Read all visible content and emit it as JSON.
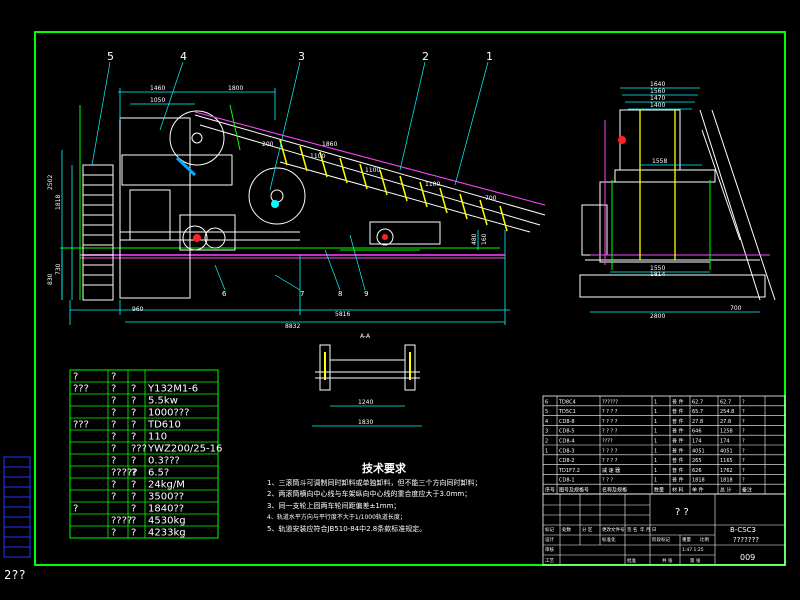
{
  "drawing": {
    "part_numbers": [
      "5",
      "4",
      "3",
      "2",
      "1"
    ],
    "main_dims": {
      "d1460": "1460",
      "d1800": "1800",
      "d1050": "1050",
      "d1860": "1860",
      "d1100a": "1100",
      "d1100b": "1100",
      "d1100c": "1100",
      "d700": "700",
      "d200": "200",
      "d2502": "2502",
      "d1818": "1818",
      "d830": "830",
      "d730": "730",
      "d480": "480",
      "d160": "160",
      "d960": "960",
      "d5816": "5816",
      "d8832": "8832"
    },
    "bottom_labels": [
      "6",
      "7",
      "8",
      "9"
    ],
    "section_label": "A-A",
    "section_dims": {
      "width_inner": "1240",
      "width_outer": "1830"
    },
    "side_dims": {
      "d1640": "1640",
      "d1560": "1560",
      "d1470": "1470",
      "d1400": "1400",
      "d1558": "1558",
      "d1550": "1550",
      "d1814": "1814",
      "d2800": "2800",
      "d700": "700"
    }
  },
  "specs_table": {
    "rows": [
      [
        "?",
        "?",
        "",
        ""
      ],
      [
        "???",
        "?",
        "?",
        "Y132M1-6"
      ],
      [
        "",
        "?",
        "?",
        "5.5kw"
      ],
      [
        "",
        "?",
        "?",
        "1000???"
      ],
      [
        "???",
        "?",
        "?",
        "TD610"
      ],
      [
        "",
        "?",
        "?",
        "110"
      ],
      [
        "",
        "?",
        "???",
        "YWZ200/25-16"
      ],
      [
        "",
        "?",
        "?",
        "0.3???"
      ],
      [
        "",
        "?????",
        "?",
        "6.5?"
      ],
      [
        "",
        "?",
        "?",
        "24kg/M"
      ],
      [
        "",
        "?",
        "?",
        "3500??"
      ],
      [
        "?",
        "",
        "?",
        "1840??"
      ],
      [
        "",
        "????",
        "?",
        "4530kg"
      ],
      [
        "",
        "?",
        "?",
        "4233kg"
      ]
    ]
  },
  "tech_notes": {
    "title": "技术要求",
    "items": [
      "1、三滚筒斗可调制同时卸料或单独卸料，但不能三个方向同时卸料；",
      "2、两滚筒横向中心线与车架纵向中心线的重合度应大于3.0mm；",
      "3、同一支轮上固两车轮间距偏差±1mm；",
      "4、轨道水平方向与平行度不大于1/1000轨道长度；",
      "5、轨道安装应符合JB510-84中2.8条款标准规定。"
    ]
  },
  "parts_list": {
    "rows": [
      [
        "6",
        "TD8C4",
        "??????",
        "1",
        "普 件",
        "62.7",
        "62.7",
        "?"
      ],
      [
        "5",
        "TD5C1",
        "? ? ? ?",
        "1",
        "普 件",
        "65.7",
        "254.8",
        "?"
      ],
      [
        "4",
        "CD8-8",
        "? ? ? ?",
        "1",
        "普 件",
        "27.8",
        "27.8",
        "?"
      ],
      [
        "3",
        "CD8-5",
        "? ? ? ?",
        "1",
        "普 件",
        "646",
        "1258",
        "?"
      ],
      [
        "2",
        "CD8-4",
        "????",
        "1",
        "普 件",
        "174",
        "174",
        "?"
      ],
      [
        "1",
        "CD8-3",
        "? ? ? ?",
        "1",
        "普 件",
        "4051",
        "4051",
        "?"
      ],
      [
        "",
        "CD8-2",
        "? ? ? ?",
        "1",
        "普 件",
        "265",
        "1165",
        "?"
      ],
      [
        "",
        "TD1F7.2",
        "减 速 器",
        "1",
        "普 件",
        "626",
        "1762",
        "?"
      ],
      [
        "",
        "CD8-1",
        "? ? ?",
        "1",
        "普 件",
        "1818",
        "1818",
        "?"
      ]
    ],
    "header": [
      "序号",
      "图号及规格号",
      "名称及规格",
      "数量",
      "材 料",
      "单 件",
      "总 计",
      "备注"
    ]
  },
  "title_block": {
    "part_name": "? ?",
    "drawing_code": "B-CSC3",
    "title_main": "???????",
    "sheet_number": "009",
    "labels": [
      "标记",
      "处数",
      "分 区",
      "更改文件号",
      "签 名",
      "年 月 日",
      "设计",
      "标准化",
      "审核",
      "工艺",
      "阶段标记",
      "重量",
      "比例",
      "共 张",
      "第 张",
      "批准"
    ],
    "scale": "1:47.1:25"
  },
  "status_bar": "2??"
}
